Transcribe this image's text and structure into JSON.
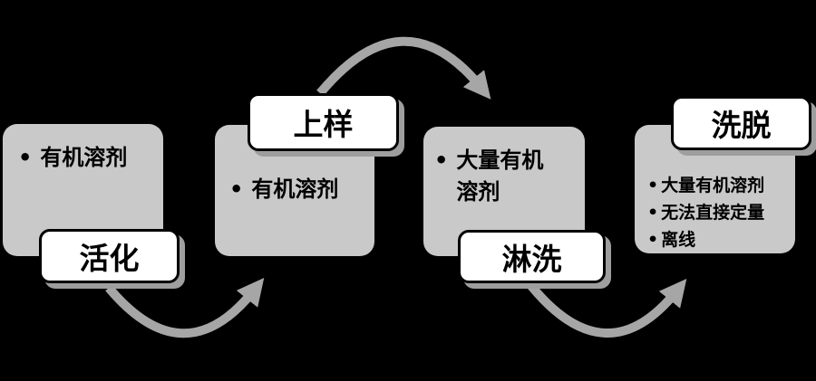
{
  "colors": {
    "background": "#000000",
    "card_fill": "#c9c9c9",
    "arrow": "#a6a6a6",
    "label_fill": "#ffffff",
    "label_border": "#000000",
    "label_shadow": "#9e9e9e",
    "text": "#000000"
  },
  "bullet_char": "•",
  "steps": [
    {
      "id": "activation",
      "label": "活化",
      "label_position": "bottom-left",
      "bullets": [
        "有机溶剂"
      ]
    },
    {
      "id": "loading",
      "label": "上样",
      "label_position": "top-right",
      "bullets": [
        "有机溶剂"
      ]
    },
    {
      "id": "rinse",
      "label": "淋洗",
      "label_position": "bottom-right",
      "bullets": [
        "大量有机溶剂"
      ]
    },
    {
      "id": "elution",
      "label": "洗脱",
      "label_position": "top-right",
      "bullets": [
        "大量有机溶剂",
        "无法直接定量",
        "离线"
      ]
    }
  ],
  "arrows": [
    {
      "id": "arrow-loading-to-rinse",
      "shape": "arc-over"
    },
    {
      "id": "arrow-activation-to-loading",
      "shape": "arc-under"
    },
    {
      "id": "arrow-rinse-to-elution",
      "shape": "arc-under"
    }
  ]
}
